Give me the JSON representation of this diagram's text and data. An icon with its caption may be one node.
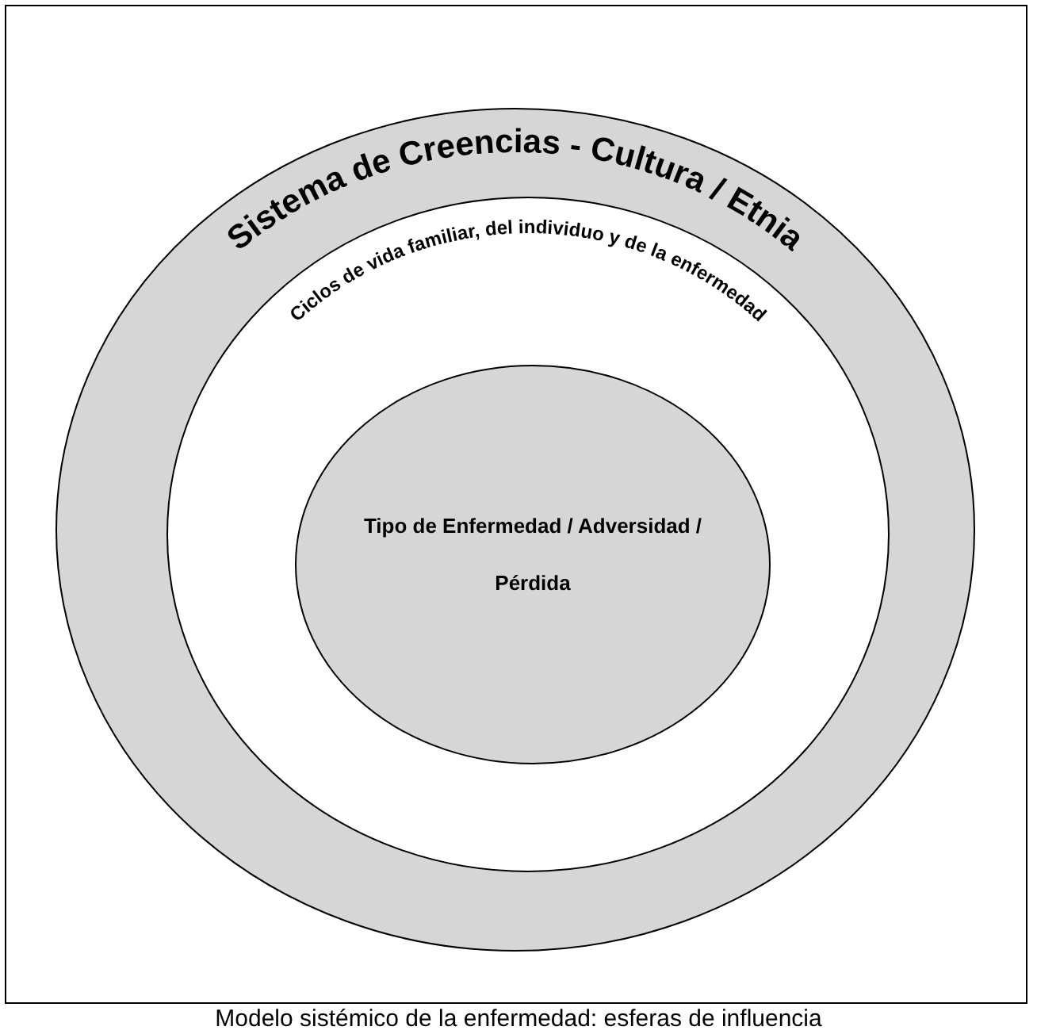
{
  "diagram": {
    "caption": "Modelo sistémico de la enfermedad: esferas de influencia",
    "nodes": [
      {
        "text": [
          "Sistema de Creencias - Cultura / Etnia"
        ]
      },
      {
        "text": [
          "Ciclos de vida familiar, del individuo y de la enfermedad"
        ],
        "in": 0
      },
      {
        "text": [
          "Tipo de Enfermedad / Adversidad / Pérdida"
        ],
        "in": 1
      }
    ]
  }
}
